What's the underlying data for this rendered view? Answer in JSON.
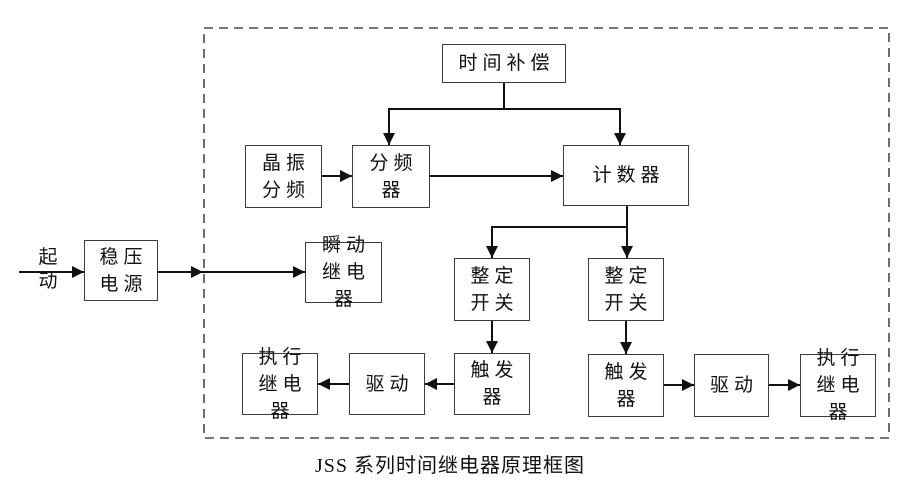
{
  "colors": {
    "background": "#ffffff",
    "line": "#111111",
    "box_border": "#3c3c3c",
    "dashed_border": "#4a4a4a",
    "text": "#111111"
  },
  "diagram": {
    "caption": "JSS 系列时间继电器原理框图",
    "start_label": "起\n动",
    "boxes": {
      "time_compensation": "时间补偿",
      "crystal_divider": "晶振\n分频",
      "frequency_divider": "分频器",
      "counter": "计数器",
      "regulated_power": "稳压\n电源",
      "instant_relay": "瞬动\n继电器",
      "setting_switch_1": "整定\n开关",
      "setting_switch_2": "整定\n开关",
      "trigger_1": "触发器",
      "driver_1": "驱动",
      "executive_relay_1": "执行\n继电器",
      "trigger_2": "触发器",
      "driver_2": "驱动",
      "executive_relay_2": "执行\n继电器"
    }
  }
}
